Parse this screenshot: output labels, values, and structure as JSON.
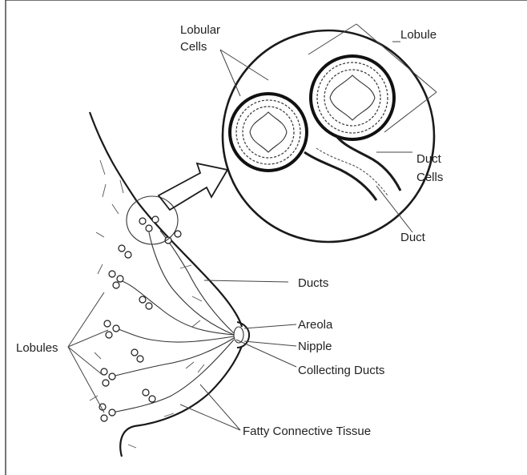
{
  "labels": {
    "lobular_cells_line1": "Lobular",
    "lobular_cells_line2": "Cells",
    "lobule": "Lobule",
    "duct_cells_line1": "Duct",
    "duct_cells_line2": "Cells",
    "duct": "Duct",
    "ducts": "Ducts",
    "areola": "Areola",
    "nipple": "Nipple",
    "collecting_ducts": "Collecting Ducts",
    "lobules": "Lobules",
    "fatty_connective_tissue": "Fatty Connective Tissue"
  }
}
